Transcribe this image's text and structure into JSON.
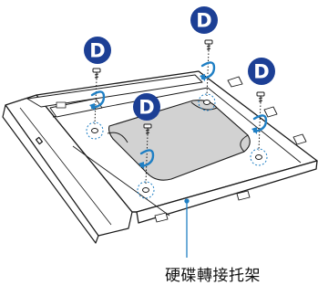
{
  "caption": "硬碟轉接托架",
  "markers": [
    {
      "id": "top-left",
      "letter": "D"
    },
    {
      "id": "top-right",
      "letter": "D"
    },
    {
      "id": "right",
      "letter": "D"
    },
    {
      "id": "center",
      "letter": "D"
    }
  ],
  "colors": {
    "marker_fill": "#1c3f95",
    "marker_text": "#ffffff",
    "line": "#1a1a1a",
    "tray_fill": "#ffffff",
    "panel_fill": "#d2d2d2",
    "arrow": "#1f7fc4",
    "screw_circle": "#1f7fc4"
  },
  "icons": [
    "screw-icon",
    "rotate-arrow-icon",
    "callout-marker-icon"
  ]
}
